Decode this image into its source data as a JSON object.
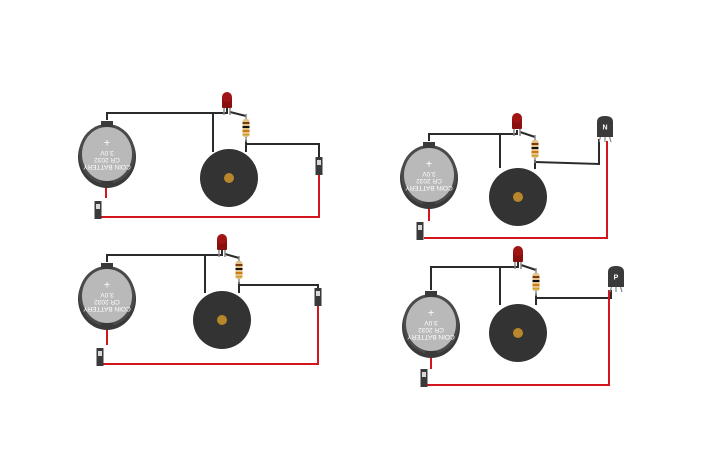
{
  "battery": {
    "line1": "COIN BATTERY",
    "line2": "CR 2032",
    "line3": "3.0V",
    "plus": "+"
  },
  "transistors": {
    "npn_label": "N",
    "pnp_label": "P"
  },
  "colors": {
    "wire_black": "#2b2b2b",
    "wire_red": "#d3161b",
    "battery_body": "#b5b5b5",
    "buzzer": "#333333",
    "buzzer_center": "#b8862b",
    "led": "#a11414"
  },
  "circuits": [
    {
      "id": "top-left",
      "has_switch": true,
      "transistor": null
    },
    {
      "id": "bottom-left",
      "has_switch": true,
      "transistor": null
    },
    {
      "id": "top-right",
      "has_switch": false,
      "transistor": "npn"
    },
    {
      "id": "bottom-right",
      "has_switch": false,
      "transistor": "pnp"
    }
  ]
}
